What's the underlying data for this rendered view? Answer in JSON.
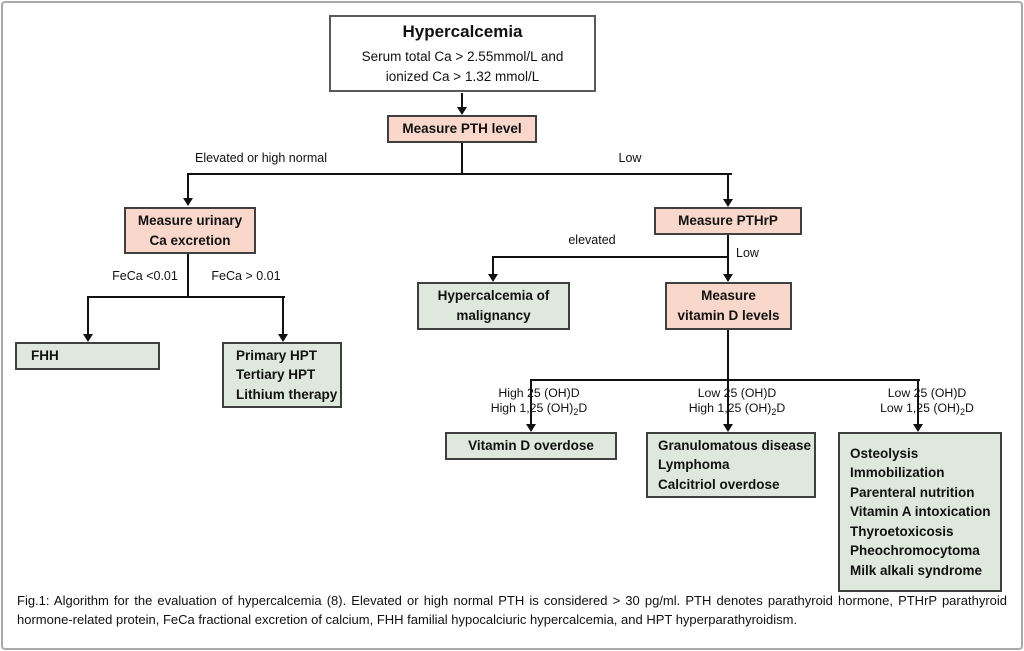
{
  "flowchart": {
    "root": {
      "title": "Hypercalcemia",
      "line1": "Serum total Ca > 2.55mmol/L and",
      "line2": "ionized Ca > 1.32 mmol/L"
    },
    "measure_pth": {
      "label": "Measure PTH level"
    },
    "branch_pth": {
      "left_label": "Elevated or high normal",
      "right_label": "Low"
    },
    "measure_urinary": {
      "line1": "Measure urinary",
      "line2": "Ca excretion"
    },
    "branch_feca": {
      "left_label": "FeCa <0.01",
      "right_label": "FeCa > 0.01"
    },
    "fhh": {
      "label": "FHH"
    },
    "primary_hpt": {
      "lines": [
        "Primary HPT",
        "Tertiary HPT",
        "Lithium therapy"
      ]
    },
    "measure_pthrp": {
      "label": "Measure PTHrP"
    },
    "branch_pthrp": {
      "left_label": "elevated",
      "right_label": "Low"
    },
    "malignancy": {
      "line1": "Hypercalcemia of",
      "line2": "malignancy"
    },
    "measure_vitd": {
      "line1": "Measure",
      "line2": "vitamin D levels"
    },
    "vitd_branches": [
      {
        "line1": "High 25 (OH)D",
        "line2_pre": "High 1,25 (OH)",
        "line2_sub": "2",
        "line2_post": "D"
      },
      {
        "line1": "Low 25 (OH)D",
        "line2_pre": "High 1,25 (OH)",
        "line2_sub": "2",
        "line2_post": "D"
      },
      {
        "line1": "Low 25 (OH)D",
        "line2_pre": "Low 1,25 (OH)",
        "line2_sub": "2",
        "line2_post": "D"
      }
    ],
    "vitd_overdose": {
      "label": "Vitamin D overdose"
    },
    "granulomatous": {
      "lines": [
        "Granulomatous disease",
        "Lymphoma",
        "Calcitriol overdose"
      ]
    },
    "osteolysis": {
      "lines": [
        "Osteolysis",
        "Immobilization",
        "Parenteral nutrition",
        "Vitamin A intoxication",
        "Thyroetoxicosis",
        "Pheochromocytoma",
        "Milk alkali syndrome"
      ]
    }
  },
  "caption": {
    "text": "Fig.1: Algorithm for the evaluation of hypercalcemia (8). Elevated or high normal PTH is considered > 30 pg/ml. PTH denotes parathyroid hormone, PTHrP parathyroid hormone-related protein, FeCa fractional excretion of calcium, FHH familial hypocalciuric hypercalcemia, and HPT hyperparathyroidism."
  },
  "colors": {
    "pink": "#f9d8cb",
    "green": "#dfe8dc",
    "box_border": "#3f3f3f",
    "line": "#111111",
    "frame_border": "#a9a9a9"
  }
}
